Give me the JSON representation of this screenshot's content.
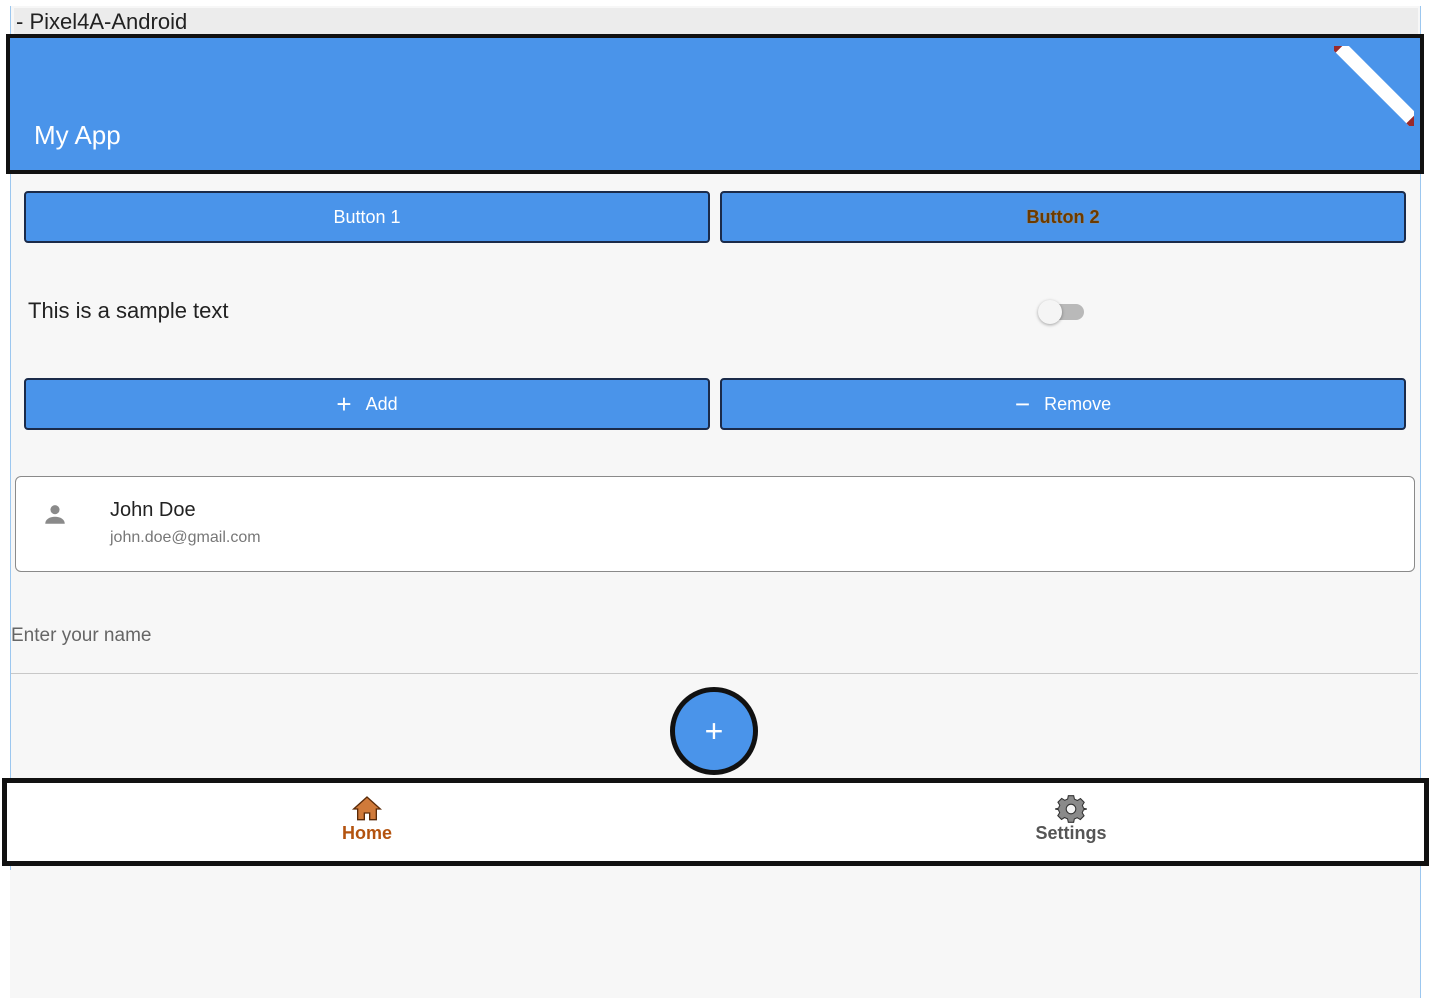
{
  "window": {
    "title": "- Pixel4A-Android"
  },
  "appbar": {
    "title": "My App"
  },
  "buttons": {
    "button1": "Button 1",
    "button2": "Button 2",
    "add": "Add",
    "remove": "Remove"
  },
  "content": {
    "sample_text": "This is a sample text",
    "switch_on": false
  },
  "contact": {
    "name": "John Doe",
    "email": "john.doe@gmail.com"
  },
  "name_field": {
    "placeholder": "Enter your name",
    "value": ""
  },
  "fab": {
    "icon": "plus-icon"
  },
  "bottom_nav": {
    "items": [
      {
        "label": "Home",
        "icon": "home-icon",
        "color": "#b3530f"
      },
      {
        "label": "Settings",
        "icon": "gear-icon",
        "color": "#555555"
      }
    ]
  },
  "colors": {
    "primary": "#4a94ea",
    "background": "#f7f7f7"
  }
}
